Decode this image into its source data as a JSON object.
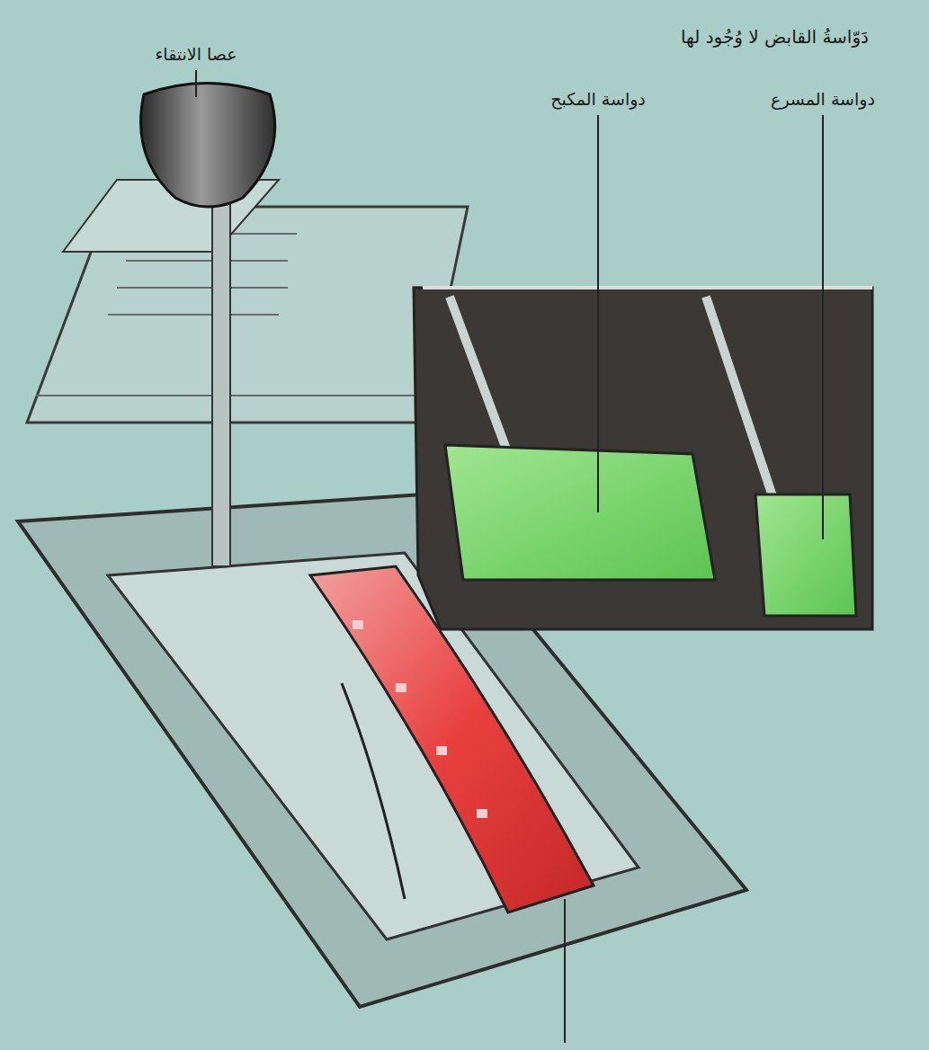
{
  "diagram": {
    "labels": [
      "دَوّاسةُ القابض لا وُجُود لها",
      "عصا الانتقاء",
      "دواسة المكبح",
      "دواسة المسرع"
    ]
  }
}
